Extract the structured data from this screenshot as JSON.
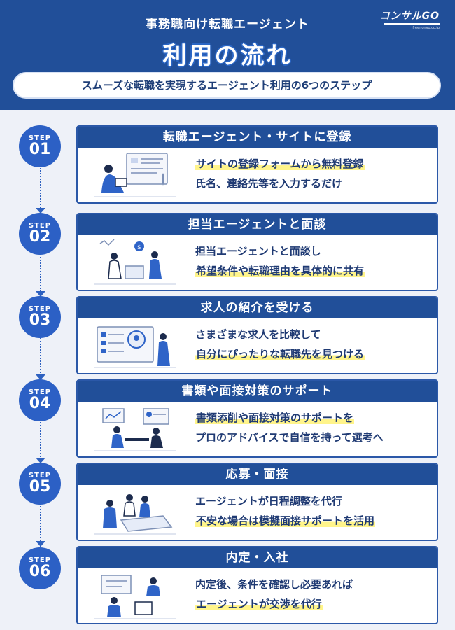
{
  "header": {
    "subtitle": "事務職向け転職エージェント",
    "title": "利用の流れ",
    "tagline": "スムーズな転職を実現するエージェント利用の6つのステップ"
  },
  "logo": {
    "text": "コンサルGO",
    "sub": "freenonvo.co.jp"
  },
  "colors": {
    "primary": "#214f99",
    "accent": "#2c60c5",
    "highlight": "#fff48a",
    "background": "#eef1f8"
  },
  "steps": [
    {
      "label": "STEP",
      "num": "01",
      "title": "転職エージェント・サイトに登録",
      "lines": [
        "サイトの登録フォームから無料登録",
        "氏名、連絡先等を入力するだけ"
      ],
      "icon": "registration-illustration"
    },
    {
      "label": "STEP",
      "num": "02",
      "title": "担当エージェントと面談",
      "lines": [
        "担当エージェントと面談し",
        "希望条件や転職理由を具体的に共有"
      ],
      "icon": "interview-illustration"
    },
    {
      "label": "STEP",
      "num": "03",
      "title": "求人の紹介を受ける",
      "lines": [
        "さまざまな求人を比較して",
        "自分にぴったりな転職先を見つける"
      ],
      "icon": "job-search-illustration"
    },
    {
      "label": "STEP",
      "num": "04",
      "title": "書類や面接対策のサポート",
      "lines": [
        "書類添削や面接対策のサポートを",
        "プロのアドバイスで自信を持って選考へ"
      ],
      "icon": "support-illustration"
    },
    {
      "label": "STEP",
      "num": "05",
      "title": "応募・面接",
      "lines": [
        "エージェントが日程調整を代行",
        "不安な場合は模擬面接サポートを活用"
      ],
      "icon": "meeting-illustration"
    },
    {
      "label": "STEP",
      "num": "06",
      "title": "内定・入社",
      "lines": [
        "内定後、条件を確認し必要あれば",
        "エージェントが交渉を代行"
      ],
      "icon": "offer-illustration"
    }
  ]
}
